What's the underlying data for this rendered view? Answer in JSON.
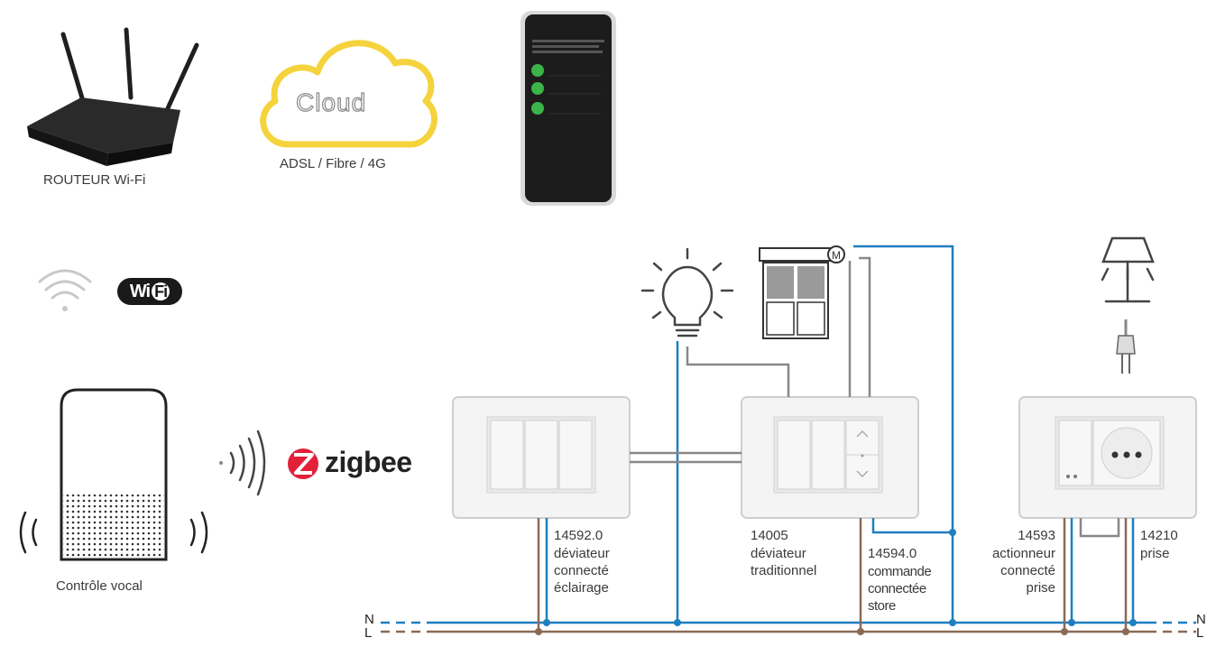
{
  "labels": {
    "router": "ROUTEUR Wi-Fi",
    "cloud_word": "Cloud",
    "connection": "ADSL / Fibre / 4G",
    "wifi_logo_a": "Wi",
    "wifi_logo_b": "Fi",
    "zigbee": "zigbee",
    "voice": "Contrôle vocal",
    "motor": "M"
  },
  "devices": [
    {
      "code": "14592.0",
      "desc": "déviateur\nconnecté\néclairage"
    },
    {
      "code": "14005",
      "desc": "déviateur\ntraditionnel"
    },
    {
      "code": "14594.0",
      "desc": "commande\nconnectée\nstore"
    },
    {
      "code": "14593",
      "desc": "actionneur\nconnecté\nprise"
    },
    {
      "code": "14210",
      "desc": "prise"
    }
  ],
  "bus": {
    "n_label": "N",
    "l_label": "L"
  },
  "colors": {
    "neutral_wire": "#1e7fc0",
    "live_wire": "#8a6a55",
    "switch_wire": "#888888",
    "cloud": "#f5d33c",
    "zigbee_logo": "#e2203a",
    "router": "#1f1f1f",
    "phone": "#1c1c1c",
    "phone_dot": "#3bb54a"
  },
  "icons": {
    "router": "router-icon",
    "cloud": "cloud-icon",
    "phone": "smartphone-icon",
    "wifi_signal": "wifi-signal-icon",
    "speaker": "smart-speaker-icon",
    "sound_waves": "sound-wave-icon",
    "zigbee": "zigbee-logo-icon",
    "bulb": "light-bulb-icon",
    "shutter": "window-shutter-icon",
    "lamp": "floor-lamp-icon",
    "plug": "power-plug-icon"
  }
}
